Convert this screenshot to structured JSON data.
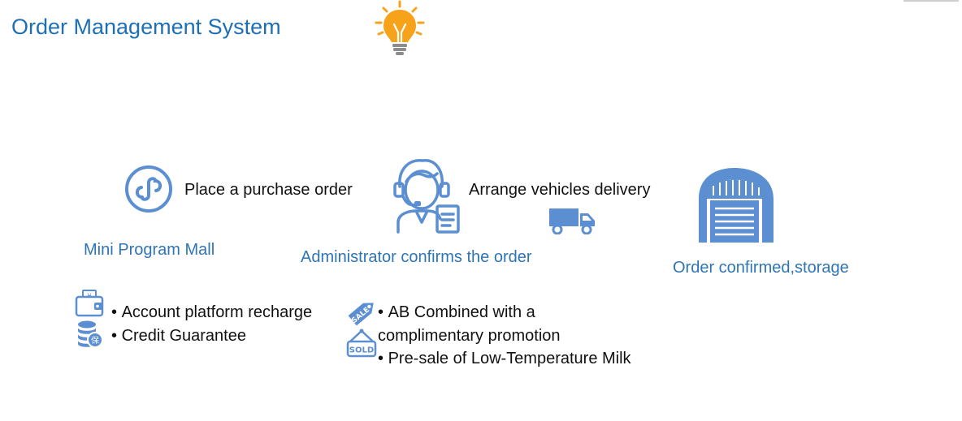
{
  "title": "Order Management System",
  "colors": {
    "title": "#1f6fb5",
    "label_blue": "#2e75b6",
    "icon_blue": "#5b8fd1",
    "bulb": "#f6a21a"
  },
  "icons": [
    "light-bulb-icon",
    "mini-program-icon",
    "customer-service-agent-icon",
    "delivery-truck-icon",
    "warehouse-icon",
    "wallet-icon",
    "coin-stack-icon",
    "sale-tag-icon",
    "sold-sign-icon"
  ],
  "flow": {
    "step1": {
      "caption": "Mini Program Mall"
    },
    "arrow1": {
      "label": "Place a purchase order"
    },
    "step2": {
      "caption": "Administrator confirms the order"
    },
    "arrow2": {
      "label": "Arrange vehicles delivery"
    },
    "step3": {
      "caption": "Order confirmed,storage"
    }
  },
  "payment": {
    "items": [
      "Account platform recharge",
      "Credit Guarantee"
    ]
  },
  "promotions": {
    "items": [
      "AB Combined with a",
      "complimentary promotion",
      "Pre-sale of Low-Temperature Milk"
    ]
  },
  "glyphs": {
    "sale": "SALE",
    "sold": "SOLD",
    "guarantee": "保",
    "yen": "¥"
  }
}
